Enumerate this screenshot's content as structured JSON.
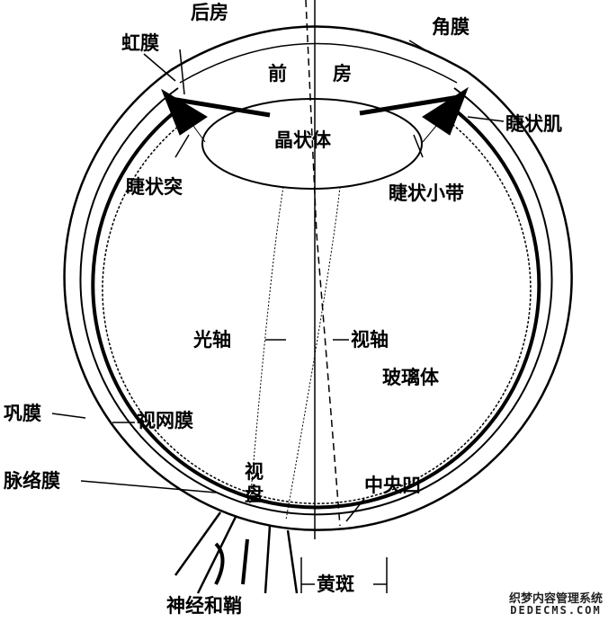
{
  "title": "眼球结构示意图",
  "labels": {
    "posterior_chamber": "后房",
    "cornea": "角膜",
    "iris": "虹膜",
    "anterior_chamber_1": "前",
    "anterior_chamber_2": "房",
    "lens": "晶状体",
    "ciliary_muscle": "睫状肌",
    "ciliary_process": "睫状突",
    "zonule": "睫状小带",
    "optical_axis": "光轴",
    "visual_axis": "视轴",
    "vitreous": "玻璃体",
    "sclera": "巩膜",
    "retina": "视网膜",
    "choroid": "脉络膜",
    "optic_disc_1": "视",
    "optic_disc_2": "盘",
    "fovea": "中央凹",
    "macula": "黄斑",
    "optic_nerve": "神经和鞘"
  },
  "watermark": {
    "line1": "织梦内容管理系统",
    "line2": "DEDECMS.COM"
  }
}
